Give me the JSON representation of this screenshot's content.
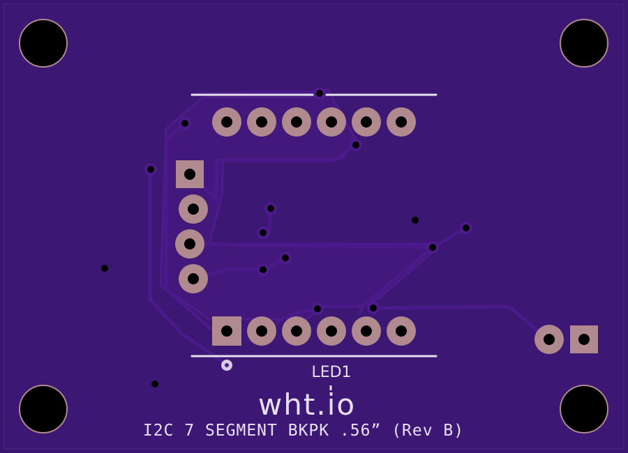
{
  "board": {
    "designator": "LED1",
    "logo": "wht.io",
    "title": "I2C 7 SEGMENT BKPK .56” (Rev B)"
  },
  "colors": {
    "substrate": "#3a1670",
    "copper_pour": "#44187e",
    "trace": "#4a1a88",
    "pad": "#b08a8e",
    "silkscreen": "#e6e0f0",
    "hole": "#000000"
  }
}
